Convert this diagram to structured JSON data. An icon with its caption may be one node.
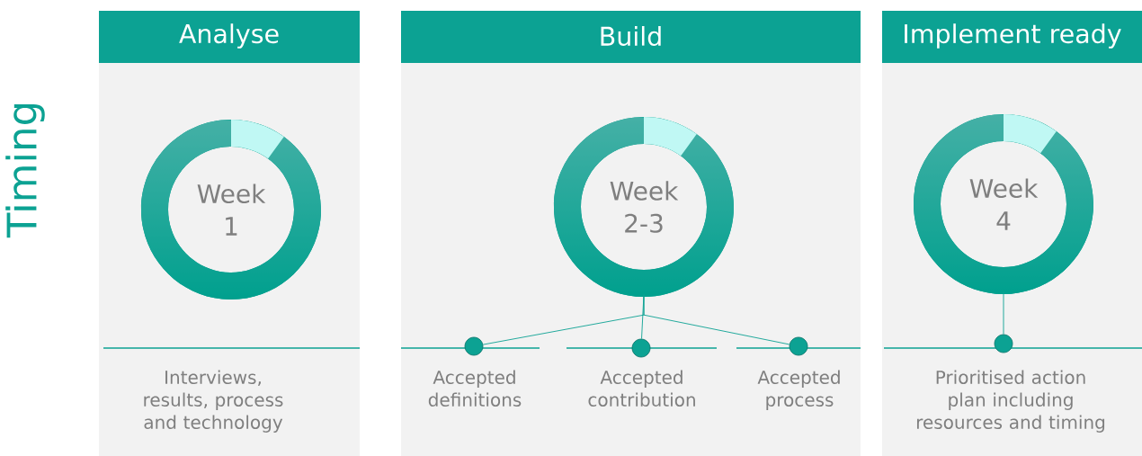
{
  "diagram": {
    "nodes": [
      {
        "text": [
          "Analyse",
          "Interviews, results, process and technology"
        ]
      },
      {
        "text": [
          "Week 1"
        ],
        "in": 0
      },
      {
        "text": [
          "Build"
        ]
      },
      {
        "text": [
          "Week 2-3"
        ],
        "in": 2
      },
      {
        "text": [],
        "shape": "circle",
        "in": 2,
        "beside": [
          "Accepted definitions"
        ]
      },
      {
        "text": [],
        "shape": "circle",
        "in": 2,
        "beside": [
          "Accepted contribution"
        ]
      },
      {
        "text": [],
        "shape": "circle",
        "in": 2,
        "beside": [
          "Accepted process"
        ]
      },
      {
        "text": [
          "Implement ready"
        ]
      },
      {
        "text": [
          "Week 4"
        ],
        "in": 7
      },
      {
        "text": [],
        "shape": "circle",
        "in": 7,
        "beside": [
          "Prioritised action plan including resources and timing"
        ]
      }
    ],
    "edges": [
      {
        "from": 3,
        "to": 4,
        "arrow": "none"
      },
      {
        "from": 3,
        "to": 5,
        "arrow": "none"
      },
      {
        "from": 3,
        "to": 6,
        "arrow": "none"
      },
      {
        "from": 8,
        "to": 9,
        "arrow": "none"
      }
    ],
    "labels": [
      "Timing"
    ]
  }
}
